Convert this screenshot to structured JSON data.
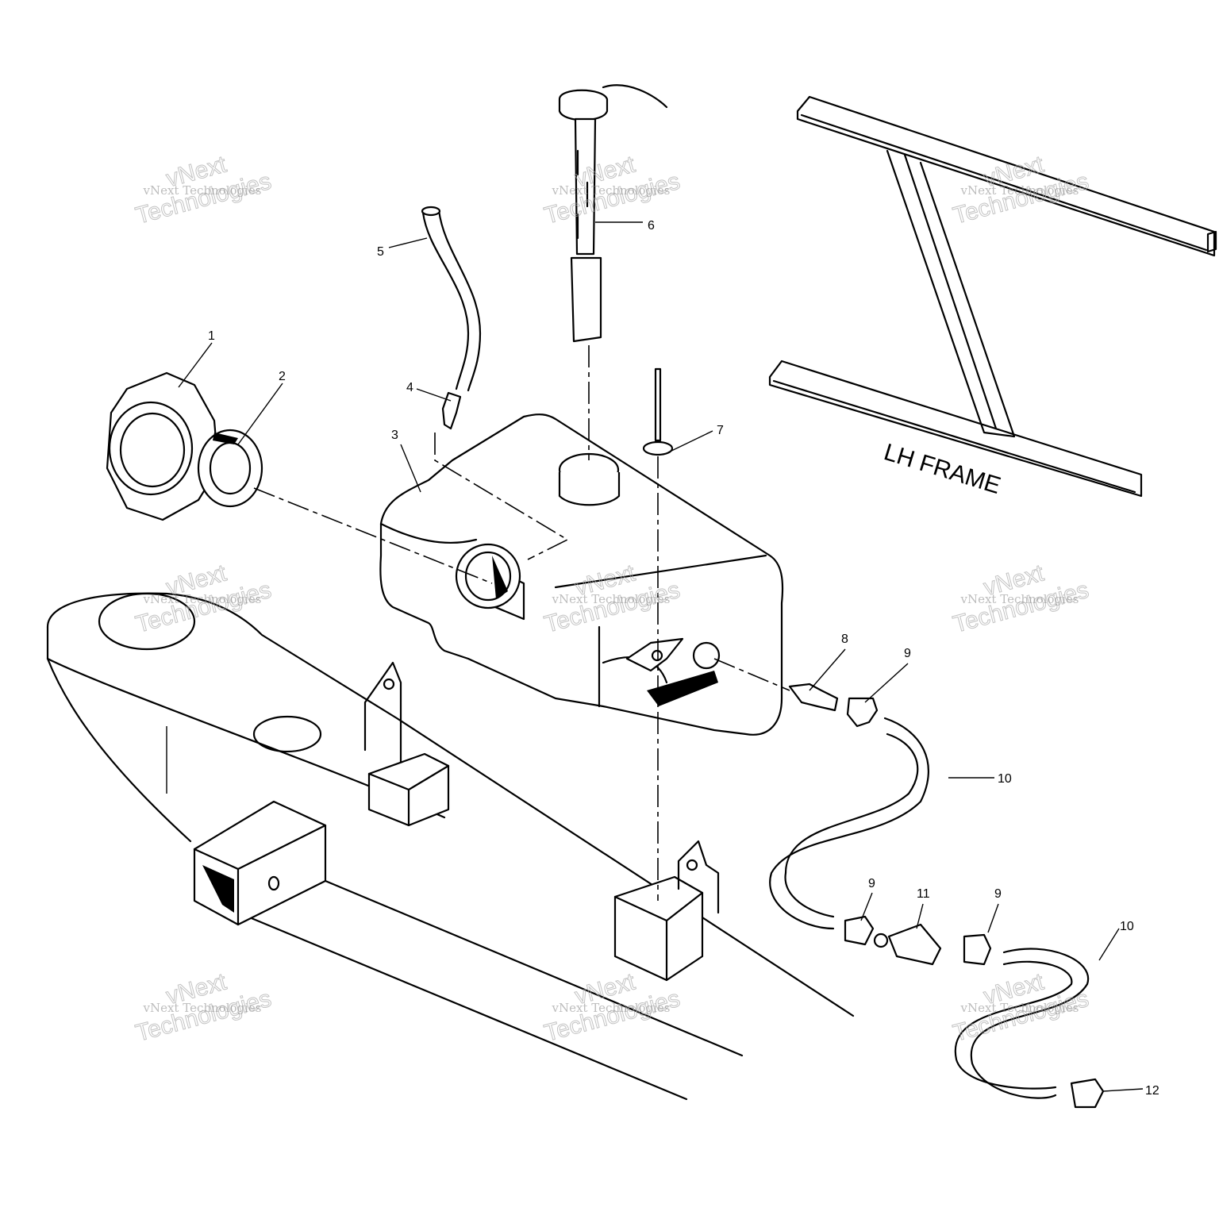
{
  "diagram": {
    "frame_label": "LH FRAME",
    "watermark": {
      "small": "vNext Technologies",
      "large_1": "vNext",
      "large_2": "Technologies"
    },
    "callouts": [
      {
        "label": "1"
      },
      {
        "label": "2"
      },
      {
        "label": "3"
      },
      {
        "label": "4"
      },
      {
        "label": "5"
      },
      {
        "label": "6"
      },
      {
        "label": "7"
      },
      {
        "label": "8"
      },
      {
        "label": "9"
      },
      {
        "label": "10"
      },
      {
        "label": "9"
      },
      {
        "label": "11"
      },
      {
        "label": "9"
      },
      {
        "label": "10"
      },
      {
        "label": "12"
      }
    ]
  }
}
